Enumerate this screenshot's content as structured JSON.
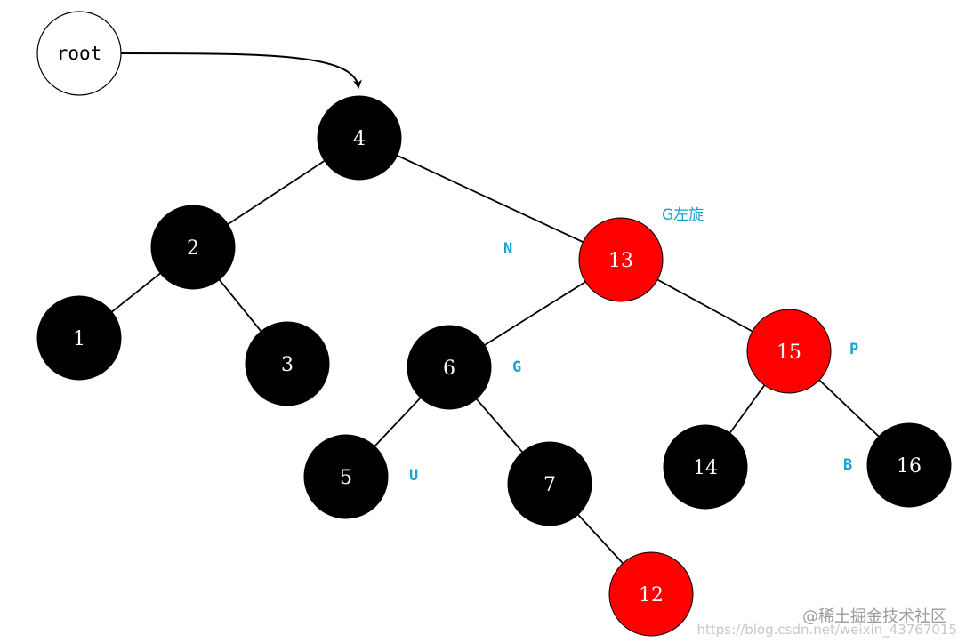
{
  "diagram": {
    "colors": {
      "black_node": "#000000",
      "red_node": "#ff0000",
      "root_fill": "#ffffff",
      "edge": "#000000",
      "annotation": "#1aa1d6",
      "watermark": "#9a9a9a"
    },
    "root_label": "root",
    "nodes": [
      {
        "id": "n4",
        "label": "4",
        "color": "black"
      },
      {
        "id": "n2",
        "label": "2",
        "color": "black"
      },
      {
        "id": "n1",
        "label": "1",
        "color": "black"
      },
      {
        "id": "n3",
        "label": "3",
        "color": "black"
      },
      {
        "id": "n13",
        "label": "13",
        "color": "red"
      },
      {
        "id": "n6",
        "label": "6",
        "color": "black"
      },
      {
        "id": "n5",
        "label": "5",
        "color": "black"
      },
      {
        "id": "n7",
        "label": "7",
        "color": "black"
      },
      {
        "id": "n12",
        "label": "12",
        "color": "red"
      },
      {
        "id": "n15",
        "label": "15",
        "color": "red"
      },
      {
        "id": "n14",
        "label": "14",
        "color": "black"
      },
      {
        "id": "n16",
        "label": "16",
        "color": "black"
      }
    ],
    "edges": [
      {
        "from": "n4",
        "to": "n2"
      },
      {
        "from": "n4",
        "to": "n13"
      },
      {
        "from": "n2",
        "to": "n1"
      },
      {
        "from": "n2",
        "to": "n3"
      },
      {
        "from": "n13",
        "to": "n6"
      },
      {
        "from": "n13",
        "to": "n15"
      },
      {
        "from": "n6",
        "to": "n5"
      },
      {
        "from": "n6",
        "to": "n7"
      },
      {
        "from": "n7",
        "to": "n12"
      },
      {
        "from": "n15",
        "to": "n14"
      },
      {
        "from": "n15",
        "to": "n16"
      }
    ],
    "annotations": {
      "g_rotate": "G左旋",
      "n": "N",
      "g": "G",
      "p": "P",
      "u": "U",
      "b": "B"
    },
    "watermark": {
      "brand": "@稀土掘金技术社区",
      "url": "https://blog.csdn.net/weixin_43767015"
    }
  }
}
